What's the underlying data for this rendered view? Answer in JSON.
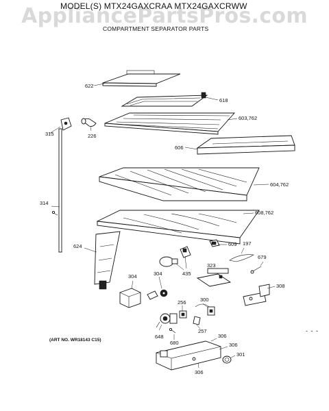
{
  "watermark": "AppliancePartsPros.com",
  "header": {
    "model_line": "MODEL(S) MTX24GAXCRAA  MTX24GAXCRWW",
    "subtitle": "COMPARTMENT SEPARATOR PARTS"
  },
  "art_number": "(ART NO. WR18143 C15)",
  "callouts": {
    "c622": "622",
    "c618": "618",
    "c603_762": "603,762",
    "c315": "315",
    "c226": "226",
    "c606": "606",
    "c604_762": "604,762",
    "c314": "314",
    "c608_762": "608,762",
    "c624": "624",
    "c609": "609",
    "c197": "197",
    "c679": "679",
    "c435": "435",
    "c323": "323",
    "c304a": "304",
    "c304b": "304",
    "c308": "308",
    "c300": "300",
    "c256": "256",
    "c257": "257",
    "c648": "648",
    "c680": "680",
    "c306a": "306",
    "c306b": "306",
    "c306c": "306",
    "c301": "301"
  }
}
